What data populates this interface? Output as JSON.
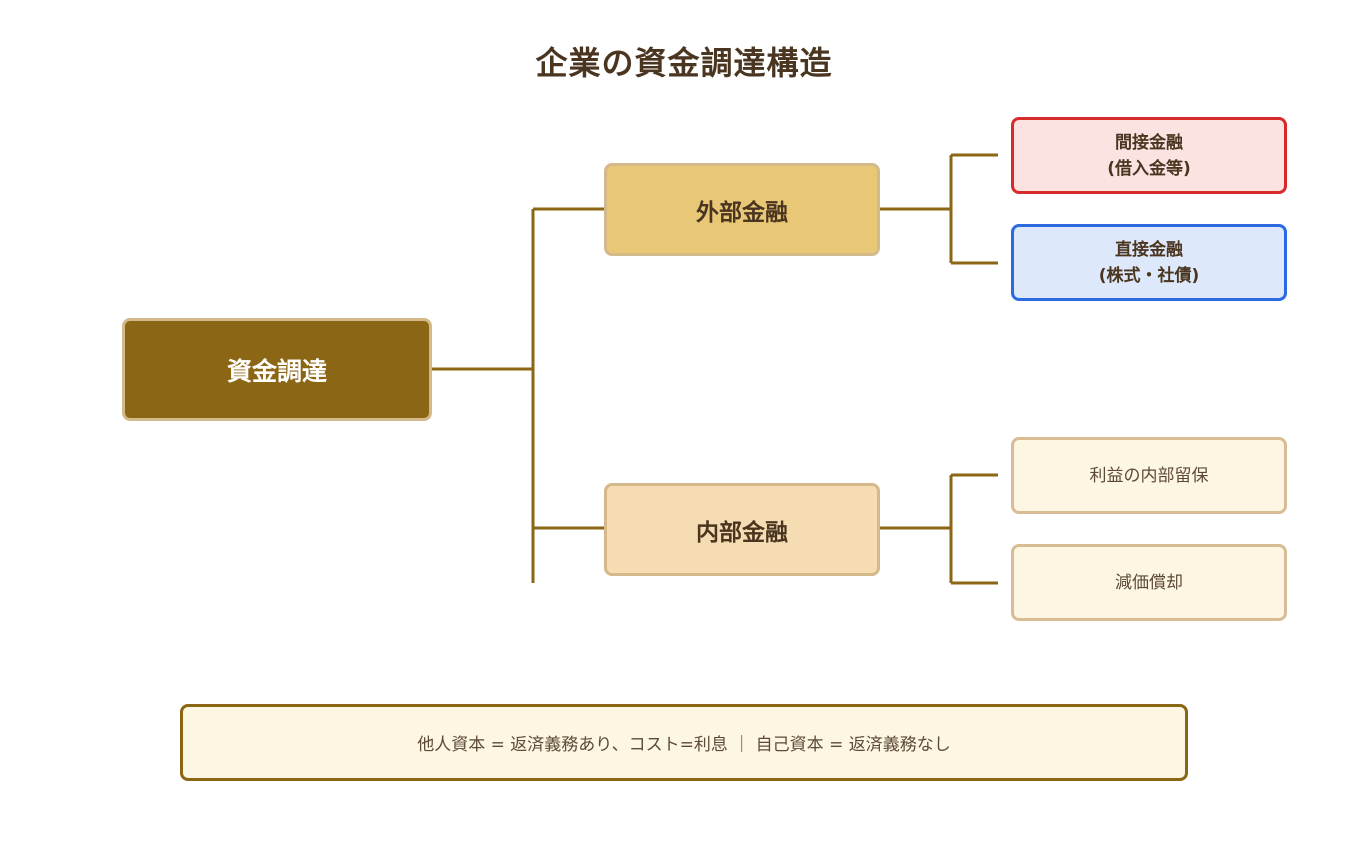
{
  "title": "企業の資金調達構造",
  "root": {
    "label": "資金調達"
  },
  "branches": {
    "external": {
      "label": "外部金融",
      "children": [
        {
          "line1": "間接金融",
          "line2": "(借入金等)"
        },
        {
          "line1": "直接金融",
          "line2": "(株式・社債)"
        }
      ]
    },
    "internal": {
      "label": "内部金融",
      "children": [
        {
          "line1": "利益の内部留保"
        },
        {
          "line1": "減価償却"
        }
      ]
    }
  },
  "note": "他人資本 = 返済義務あり、コスト=利息 ｜ 自己資本 = 返済義務なし",
  "colors": {
    "connector": "#8b6614",
    "root_fill": "#8b6614",
    "external_fill": "#e8c777",
    "internal_fill": "#f5dcb2",
    "indirect_border": "#d72a2a",
    "indirect_fill": "#fde2e2",
    "direct_border": "#2b6ae0",
    "direct_fill": "#dde9fb",
    "internal_leaf_fill": "#fdf6e3"
  }
}
